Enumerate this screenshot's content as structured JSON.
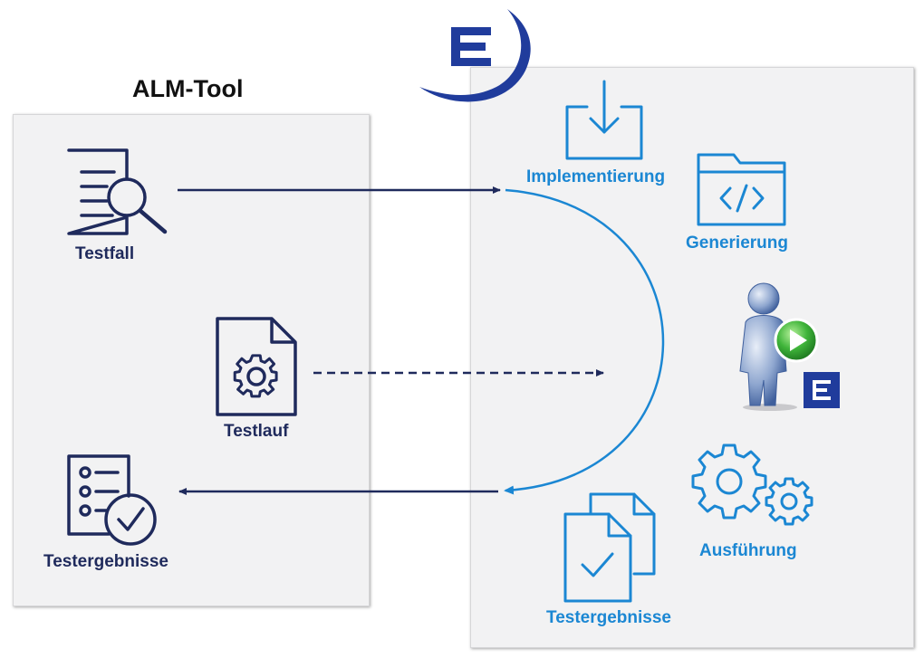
{
  "alm": {
    "title": "ALM-Tool"
  },
  "left": {
    "testfall": "Testfall",
    "testlauf": "Testlauf",
    "testergebnisse": "Testergebnisse"
  },
  "right": {
    "implementierung": "Implementierung",
    "generierung": "Generierung",
    "ausfuehrung": "Ausführung",
    "testergebnisse": "Testergebnisse"
  },
  "colors": {
    "dark_navy": "#1f2a5c",
    "accent_blue": "#1b87d3",
    "panel_bg": "#f2f2f3",
    "logo_blue": "#203c9c"
  },
  "icons": [
    "document-search-icon",
    "gear-document-icon",
    "checklist-check-icon",
    "download-tray-icon",
    "code-folder-icon",
    "user-play-icon",
    "gears-icon",
    "documents-check-icon",
    "logo-icon"
  ]
}
